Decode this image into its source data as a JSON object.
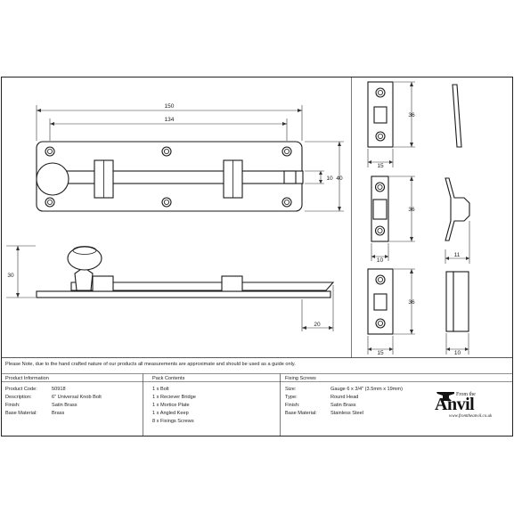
{
  "dimensions": {
    "overall_length": "150",
    "plate_length": "134",
    "bolt_height": "10",
    "plate_height": "40",
    "side_height": "30",
    "bolt_projection": "20",
    "keep_height_1": "36",
    "keep_width_1": "15",
    "keep_height_2": "36",
    "keep_width_2": "10",
    "keep_side_width": "11",
    "keep_height_3": "36",
    "keep_width_3": "15",
    "keep_side_width_3": "10"
  },
  "notice": "Please Note, due to the hand crafted nature of our products all measurements are approximate and should be used as a guide only.",
  "product_information": {
    "title": "Product Information",
    "rows": [
      {
        "label": "Product Code:",
        "value": "50918"
      },
      {
        "label": "Description:",
        "value": "6\" Universal Knob Bolt"
      },
      {
        "label": "Finish:",
        "value": "Satin Brass"
      },
      {
        "label": "Base Material:",
        "value": "Brass"
      }
    ]
  },
  "pack_contents": {
    "title": "Pack Contents",
    "items": [
      "1 x Bolt",
      "1 x Reciever Bridge",
      "1 x Mortice Plate",
      "1 x Angled Keep",
      "8 x Fixings Screws"
    ]
  },
  "fixing_screws": {
    "title": "Fixing Screws",
    "rows": [
      {
        "label": "Size:",
        "value": "Gauge 6 x 3/4\" (3.5mm x 19mm)"
      },
      {
        "label": "Type:",
        "value": "Round Head"
      },
      {
        "label": "Finish:",
        "value": "Satin Brass"
      },
      {
        "label": "Base Material:",
        "value": "Stainless Steel"
      }
    ]
  },
  "logo": {
    "small": "From the",
    "brand": "Anvil",
    "url": "www.fromtheanvil.co.uk"
  }
}
